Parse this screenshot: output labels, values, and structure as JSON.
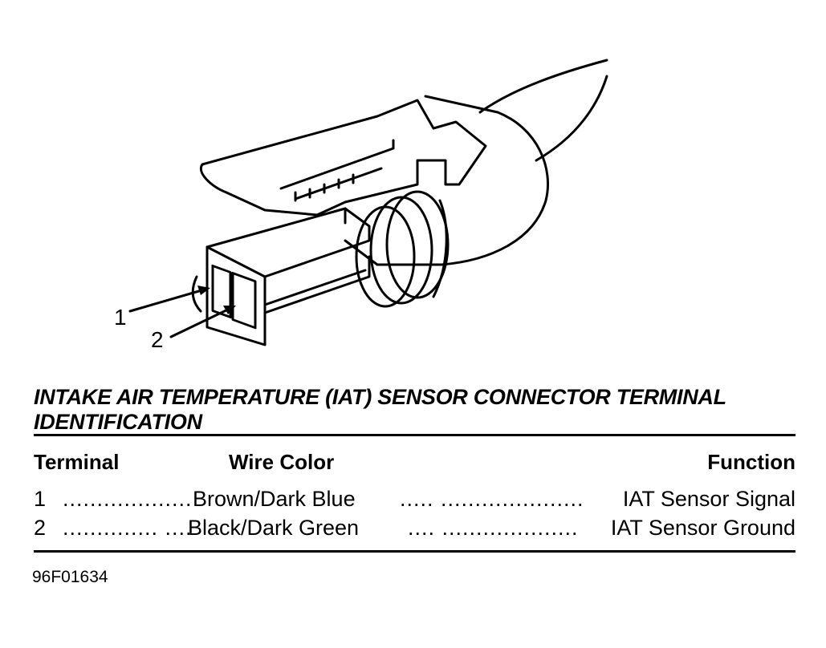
{
  "callouts": {
    "one": "1",
    "two": "2"
  },
  "title": "INTAKE AIR TEMPERATURE (IAT) SENSOR CONNECTOR TERMINAL IDENTIFICATION",
  "table": {
    "headers": {
      "terminal": "Terminal",
      "wire_color": "Wire Color",
      "function": "Function"
    },
    "rows": [
      {
        "terminal": "1",
        "dots_a": "...................",
        "wire_color": "Brown/Dark Blue",
        "dots_b": "..... .....................",
        "function": "IAT Sensor Signal"
      },
      {
        "terminal": "2",
        "dots_a": ".............. ....",
        "wire_color": "Black/Dark Green",
        "dots_b": ".... ....................",
        "function": "IAT Sensor Ground"
      }
    ]
  },
  "figure_code": "96F01634"
}
